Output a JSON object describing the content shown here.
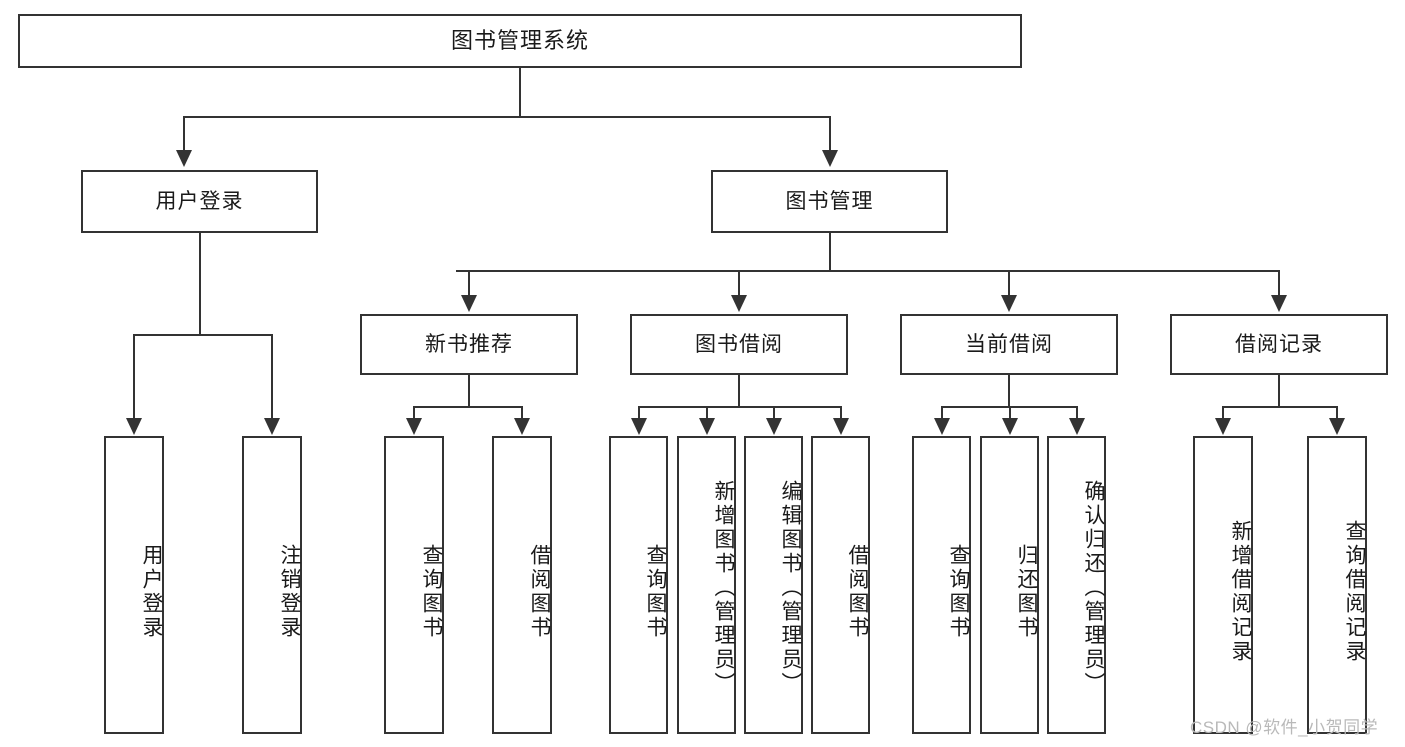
{
  "diagram": {
    "title": "图书管理系统",
    "type": "functional-structure-tree",
    "root": {
      "label": "图书管理系统"
    },
    "level2": [
      {
        "id": "user-login",
        "label": "用户登录"
      },
      {
        "id": "book-management",
        "label": "图书管理"
      }
    ],
    "level3": [
      {
        "id": "new-book-recommend",
        "label": "新书推荐",
        "parent": "book-management"
      },
      {
        "id": "book-borrow",
        "label": "图书借阅",
        "parent": "book-management"
      },
      {
        "id": "current-borrow",
        "label": "当前借阅",
        "parent": "book-management"
      },
      {
        "id": "borrow-record",
        "label": "借阅记录",
        "parent": "book-management"
      }
    ],
    "leaves": {
      "user_login": [
        {
          "id": "leaf-user-login",
          "label": "用户登录"
        },
        {
          "id": "leaf-logout",
          "label": "注销登录"
        }
      ],
      "new_book_recommend": [
        {
          "id": "leaf-query-book-1",
          "label": "查询图书"
        },
        {
          "id": "leaf-borrow-book-1",
          "label": "借阅图书"
        }
      ],
      "book_borrow": [
        {
          "id": "leaf-query-book-2",
          "label": "查询图书"
        },
        {
          "id": "leaf-add-book",
          "label": "新增图书（管理员）"
        },
        {
          "id": "leaf-edit-book",
          "label": "编辑图书（管理员）"
        },
        {
          "id": "leaf-borrow-book-2",
          "label": "借阅图书"
        }
      ],
      "current_borrow": [
        {
          "id": "leaf-query-book-3",
          "label": "查询图书"
        },
        {
          "id": "leaf-return-book",
          "label": "归还图书"
        },
        {
          "id": "leaf-confirm-return",
          "label": "确认归还（管理员）"
        }
      ],
      "borrow_record": [
        {
          "id": "leaf-add-record",
          "label": "新增借阅记录"
        },
        {
          "id": "leaf-query-record",
          "label": "查询借阅记录"
        }
      ]
    }
  },
  "watermark": {
    "text": "CSDN @软件_小贺同学"
  },
  "colors": {
    "stroke": "#333333",
    "box_fill": "#ffffff",
    "text": "#1a1a1a",
    "watermark": "#b9b9b9",
    "background": "#ffffff"
  }
}
